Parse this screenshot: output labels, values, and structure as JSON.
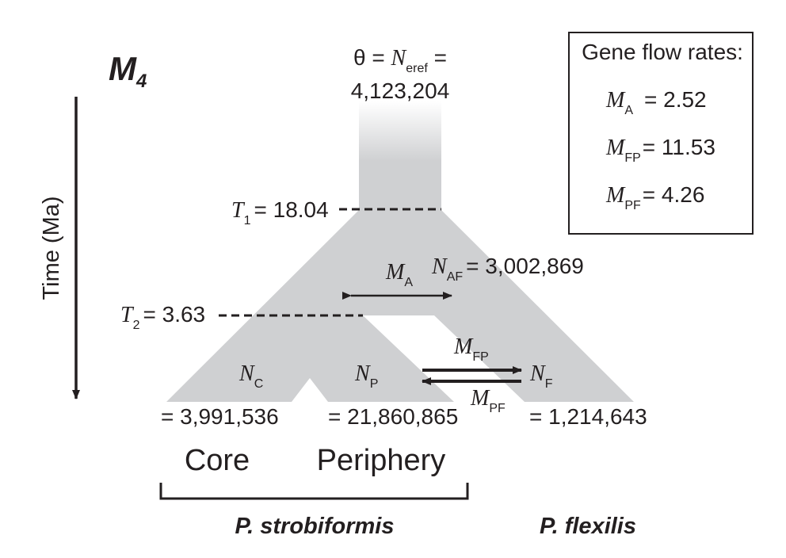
{
  "model": {
    "letter": "M",
    "sub": "4"
  },
  "time_axis": {
    "label": "Time (Ma)"
  },
  "theta": {
    "line1_prefix": "θ = ",
    "var": "N",
    "sub": "eref",
    "line1_suffix": " =",
    "line2": "4,123,204"
  },
  "legend": {
    "title": "Gene flow rates:",
    "items": [
      {
        "var": "M",
        "sub": "A",
        "value": "= 2.52"
      },
      {
        "var": "M",
        "sub": "FP",
        "value": "= 11.53"
      },
      {
        "var": "M",
        "sub": "PF",
        "value": "= 4.26"
      }
    ]
  },
  "t1": {
    "var": "T",
    "sub": "1",
    "value": "= 18.04"
  },
  "t2": {
    "var": "T",
    "sub": "2",
    "value": "= 3.63"
  },
  "ma": {
    "var": "M",
    "sub": "A"
  },
  "naf": {
    "var": "N",
    "sub": "AF",
    "value": "= 3,002,869"
  },
  "mfp": {
    "var": "M",
    "sub": "FP"
  },
  "mpf": {
    "var": "M",
    "sub": "PF"
  },
  "nc": {
    "var": "N",
    "sub": "C",
    "value": "= 3,991,536"
  },
  "np": {
    "var": "N",
    "sub": "P",
    "value": "= 21,860,865"
  },
  "nf": {
    "var": "N",
    "sub": "F",
    "value": "= 1,214,643"
  },
  "populations": {
    "core": "Core",
    "periphery": "Periphery"
  },
  "species": {
    "strobiformis": "P. strobiformis",
    "flexilis": "P. flexilis"
  },
  "colors": {
    "tree_fill": "#cfd0d2",
    "ink": "#231f20"
  }
}
